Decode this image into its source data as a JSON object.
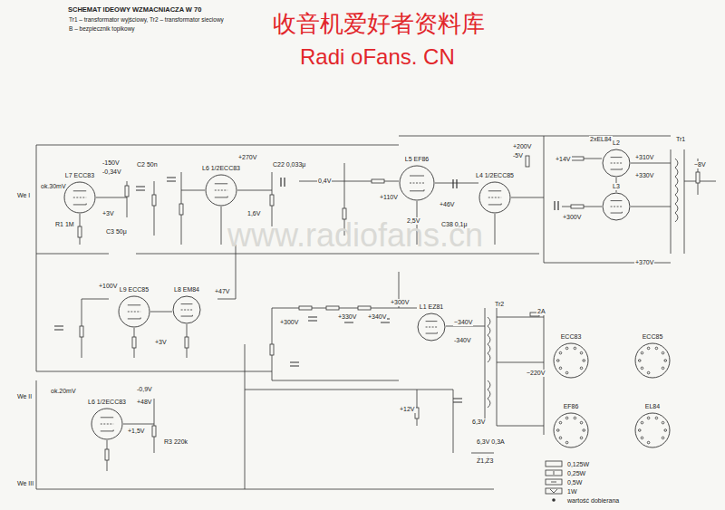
{
  "diagram": {
    "title": "SCHEMAT IDEOWY WZMACNIACZA W 70",
    "nodes": [
      {
        "text": [
          "L7 ECC83"
        ]
      },
      {
        "text": [
          "L6 1/2ECC83"
        ]
      },
      {
        "text": [
          "L5 EF86"
        ]
      },
      {
        "text": [
          "L4 1/2ECC85"
        ]
      },
      {
        "text": [
          "L2"
        ]
      },
      {
        "text": [
          "L3"
        ]
      },
      {
        "text": [
          "L9 ECC85"
        ]
      },
      {
        "text": [
          "L8 EM84"
        ]
      },
      {
        "text": [
          "L6 1/2ECC83"
        ]
      },
      {
        "text": [
          "L1 EZ81"
        ]
      },
      {
        "text": [
          "ECC83"
        ]
      },
      {
        "text": [
          "ECC85"
        ]
      },
      {
        "text": [
          "EF86"
        ]
      },
      {
        "text": [
          "EL84"
        ]
      }
    ],
    "labels": [
      "Tr1 – transformator wyjściowy, Tr2 – transformator sieciowy",
      "B – bezpiecznik topikowy",
      "收音机爱好者资料库",
      "Radi oFans. CN",
      "www.radiofans.cn",
      "We I",
      "ok.30mV",
      "-150V",
      "-0,34V",
      "R1 1M",
      "+3V",
      "C3 50μ",
      "C2 50n",
      "+270V",
      "1,6V",
      "C22 0,033μ",
      "0,4V",
      "+110V",
      "2,5V",
      "+46V",
      "C38 0,1μ",
      "+200V",
      "-5V",
      "+14V",
      "+310V",
      "+330V",
      "+370V",
      "+300V",
      "~8V",
      "2xEL84",
      "Tr1",
      "+100V",
      "+47V",
      "+3V",
      "+300V",
      "+330V",
      "+340V",
      "+300V",
      "Tr2",
      "2A",
      "~340V",
      "-340V",
      "~220V",
      "+12V",
      "6,3V",
      "6,3V 0,3A",
      "Ż1,Ż3",
      "We II",
      "ok.20mV",
      "-0,9V",
      "+48V",
      "+1,5V",
      "We III",
      "R3 220k"
    ],
    "legend": [
      {
        "text": "0,125W"
      },
      {
        "text": "0,25W"
      },
      {
        "text": "0,5W"
      },
      {
        "text": "1W"
      },
      {
        "text": "wartość dobierana"
      }
    ]
  }
}
